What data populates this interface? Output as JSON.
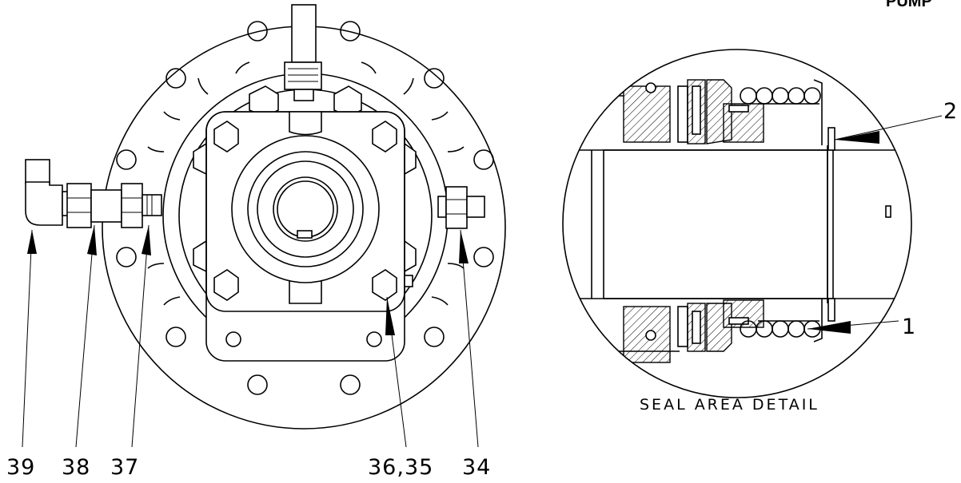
{
  "header": {
    "text": "PUMP"
  },
  "main_view": {
    "callouts": [
      {
        "id": "39",
        "text": "39"
      },
      {
        "id": "38",
        "text": "38"
      },
      {
        "id": "37",
        "text": "37"
      },
      {
        "id": "36-35",
        "text": "36,35"
      },
      {
        "id": "34",
        "text": "34"
      }
    ]
  },
  "seal_detail": {
    "caption": "SEAL AREA DETAIL",
    "callouts": [
      {
        "id": "2",
        "text": "2"
      },
      {
        "id": "1",
        "text": "1"
      }
    ]
  }
}
